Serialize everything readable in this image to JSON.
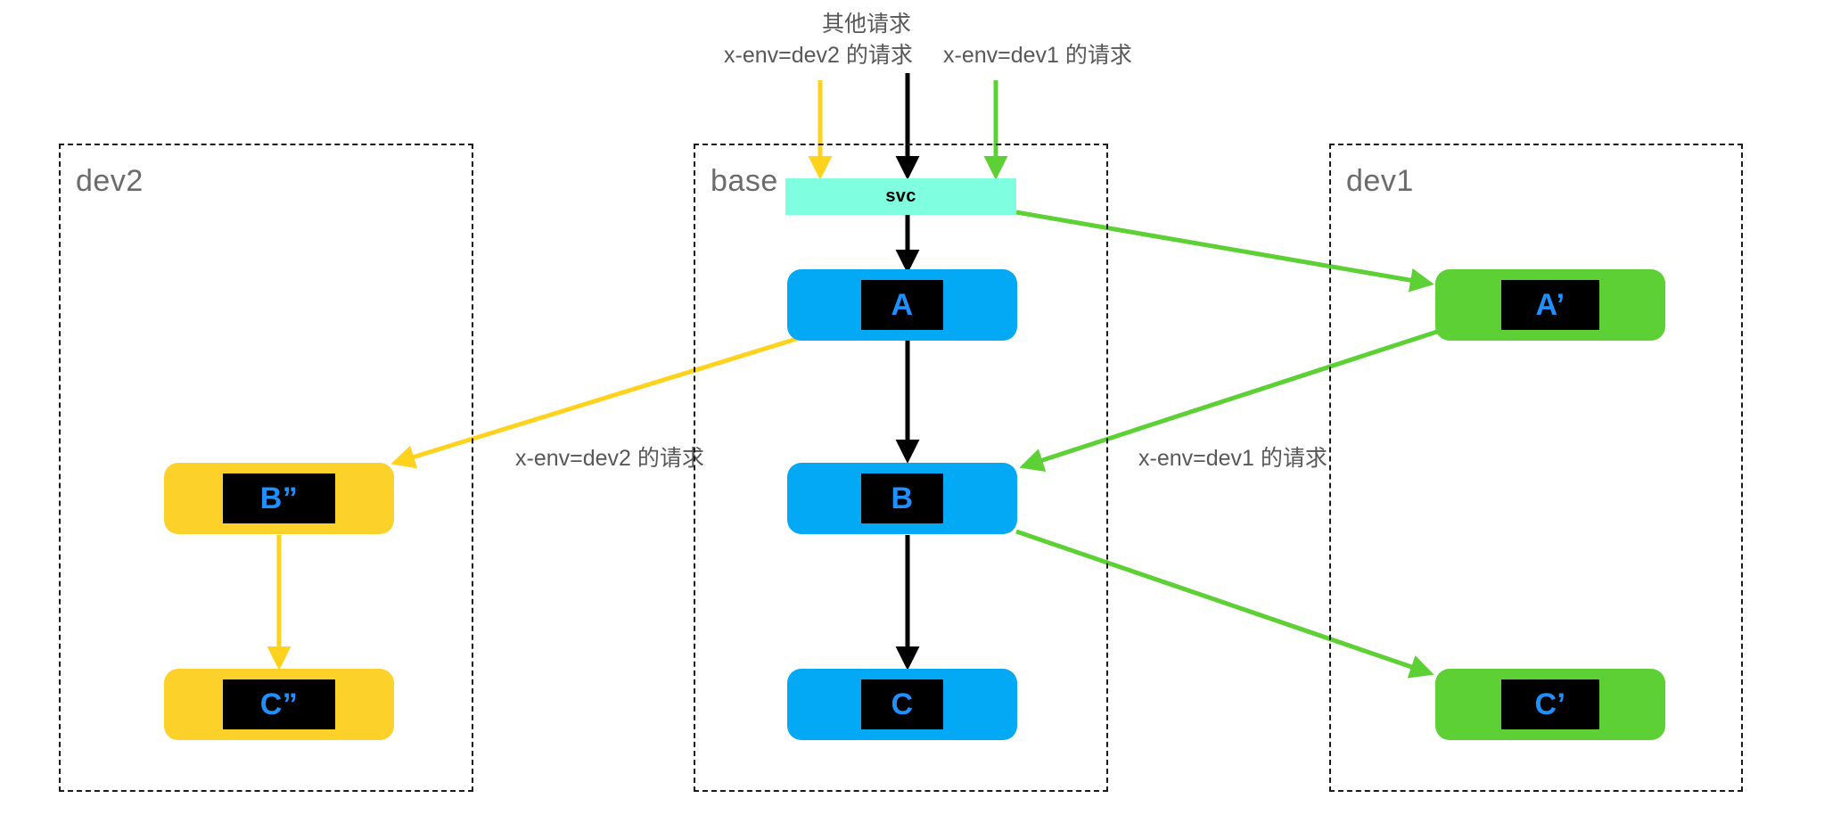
{
  "diagram": {
    "title_labels": {
      "other_requests": "其他请求",
      "dev2_request": "x-env=dev2 的请求",
      "dev1_request": "x-env=dev1 的请求"
    },
    "edge_labels": {
      "dev2_request": "x-env=dev2 的请求",
      "dev1_request": "x-env=dev1 的请求"
    },
    "environments": [
      {
        "id": "dev2",
        "label": "dev2",
        "color": "#FCD12A"
      },
      {
        "id": "base",
        "label": "base",
        "color": "#03A9F4"
      },
      {
        "id": "dev1",
        "label": "dev1",
        "color": "#5CD034"
      }
    ],
    "service": {
      "label": "svc",
      "color": "#7FFFE0"
    },
    "nodes": {
      "base": [
        {
          "id": "A",
          "label": "A"
        },
        {
          "id": "B",
          "label": "B"
        },
        {
          "id": "C",
          "label": "C"
        }
      ],
      "dev2": [
        {
          "id": "B2",
          "label": "B”"
        },
        {
          "id": "C2",
          "label": "C”"
        }
      ],
      "dev1": [
        {
          "id": "A1",
          "label": "A’"
        },
        {
          "id": "C1",
          "label": "C’"
        }
      ]
    },
    "colors": {
      "base_node": "#03A9F4",
      "dev2_node": "#FCD12A",
      "dev1_node": "#5CD034",
      "svc": "#7FFFE0",
      "chip_bg": "#000000",
      "chip_text": "#1E90FF",
      "arrow_black": "#000000",
      "arrow_yellow": "#FFD21E",
      "arrow_green": "#5CD034",
      "container_border": "#1a1a1a",
      "label_text": "#6b6b6b"
    }
  }
}
